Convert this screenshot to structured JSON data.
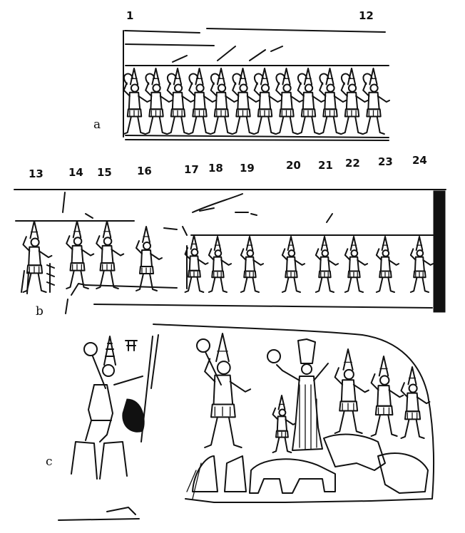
{
  "panels": {
    "a": {
      "label": "a",
      "start_number": "1",
      "end_number": "12",
      "figure_count": 12
    },
    "b": {
      "label": "b",
      "numbers": [
        "13",
        "14",
        "15",
        "16",
        "17",
        "18",
        "19",
        "20",
        "21",
        "22",
        "23",
        "24"
      ]
    },
    "c": {
      "label": "c"
    }
  },
  "colors": {
    "ink": "#111111",
    "paper": "#ffffff"
  }
}
